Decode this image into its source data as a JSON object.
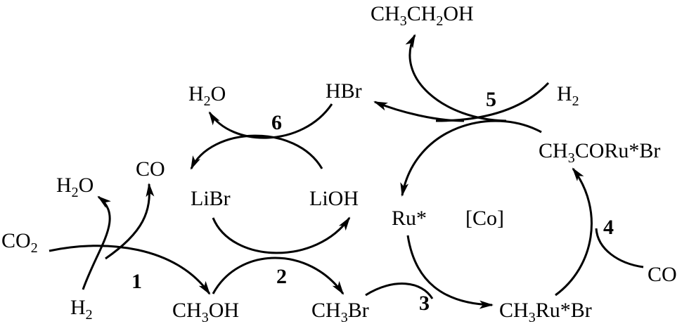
{
  "species": {
    "ethanol": [
      {
        "t": "CH"
      },
      {
        "t": "3",
        "sub": true
      },
      {
        "t": "CH"
      },
      {
        "t": "2",
        "sub": true
      },
      {
        "t": "OH"
      }
    ],
    "h2_top": [
      {
        "t": "H"
      },
      {
        "t": "2",
        "sub": true
      }
    ],
    "hbr": [
      {
        "t": "HBr"
      }
    ],
    "h2o_top": [
      {
        "t": "H"
      },
      {
        "t": "2",
        "sub": true
      },
      {
        "t": "O"
      }
    ],
    "acyl": [
      {
        "t": "CH"
      },
      {
        "t": "3",
        "sub": true
      },
      {
        "t": "CORu*Br"
      }
    ],
    "libr": [
      {
        "t": "LiBr"
      }
    ],
    "lioh": [
      {
        "t": "LiOH"
      }
    ],
    "ru": [
      {
        "t": "Ru*"
      }
    ],
    "co_cat": [
      {
        "t": "[Co]"
      }
    ],
    "h2o_left": [
      {
        "t": "H"
      },
      {
        "t": "2",
        "sub": true
      },
      {
        "t": "O"
      }
    ],
    "co_left": [
      {
        "t": "CO"
      }
    ],
    "co2": [
      {
        "t": "CO"
      },
      {
        "t": "2",
        "sub": true
      }
    ],
    "h2_bottom": [
      {
        "t": "H"
      },
      {
        "t": "2",
        "sub": true
      }
    ],
    "methanol": [
      {
        "t": "CH"
      },
      {
        "t": "3",
        "sub": true
      },
      {
        "t": "OH"
      }
    ],
    "methylbromide": [
      {
        "t": "CH"
      },
      {
        "t": "3",
        "sub": true
      },
      {
        "t": "Br"
      }
    ],
    "methylru": [
      {
        "t": "CH"
      },
      {
        "t": "3",
        "sub": true
      },
      {
        "t": "Ru*Br"
      }
    ],
    "co_right": [
      {
        "t": "CO"
      }
    ]
  },
  "steps": {
    "s1": "1",
    "s2": "2",
    "s3": "3",
    "s4": "4",
    "s5": "5",
    "s6": "6"
  }
}
